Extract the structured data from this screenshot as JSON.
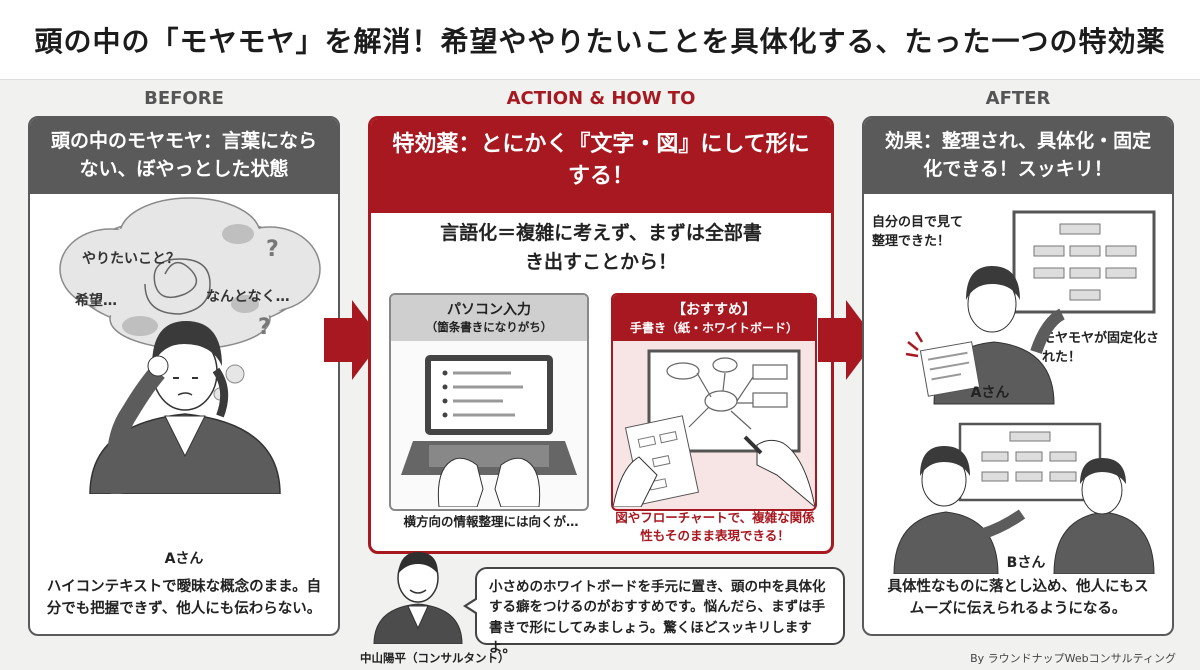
{
  "title": "頭の中の「モヤモヤ」を解消！希望ややりたいことを具体化する、たった一つの特効薬",
  "before": {
    "label": "BEFORE",
    "heading": "頭の中のモヤモヤ：言葉にならない、ぼやっとした状態",
    "thought_bubble": {
      "text1": "やりたいこと？",
      "text2": "希望…",
      "text3": "なんとなく…"
    },
    "person_name": "Aさん",
    "footer": "ハイコンテキストで曖昧な概念のまま。自分でも把握できず、他人にも伝わらない。"
  },
  "action": {
    "label": "ACTION & HOW TO",
    "heading": "特効薬：とにかく『文字・図』にして形にする！",
    "subheading": "言語化＝複雑に考えず、まずは全部書き出すことから！",
    "pc": {
      "title": "パソコン入力",
      "subtitle": "（箇条書きになりがち）",
      "caption": "横方向の情報整理には向くが…"
    },
    "handwrite": {
      "title": "【おすすめ】",
      "subtitle": "手書き（紙・ホワイトボード）",
      "caption": "図やフローチャートで、複雑な関係性もそのまま表現できる！"
    }
  },
  "after": {
    "label": "AFTER",
    "heading": "効果：整理され、具体化・固定化できる！スッキリ！",
    "caption_a1": "自分の目で見て整理できた！",
    "caption_a2": "モヤモヤが固定化された！",
    "person_a": "Aさん",
    "person_b": "Bさん",
    "footer": "具体性なものに落とし込め、他人にもスムーズに伝えられるようになる。"
  },
  "consultant": {
    "name": "中山陽平（コンサルタント）",
    "speech": "小さめのホワイトボードを手元に置き、頭の中を具体化する癖をつけるのがおすすめです。悩んだら、まずは手書きで形にしてみましょう。驚くほどスッキリしますよ。"
  },
  "credit": "By ラウンドナップWebコンサルティング",
  "colors": {
    "accent_red": "#a81820",
    "panel_gray": "#5a5a5a"
  }
}
